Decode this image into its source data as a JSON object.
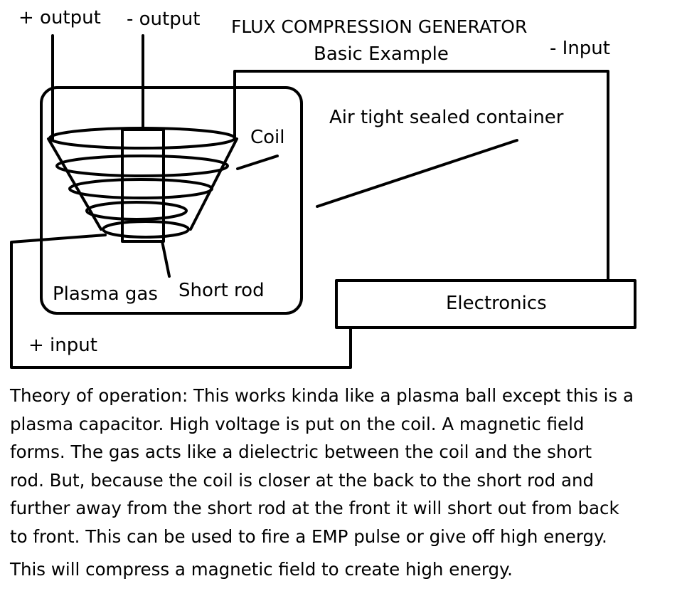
{
  "title": "FLUX COMPRESSION GENERATOR",
  "subtitle": "Basic Example",
  "labels": {
    "plus_output": "+ output",
    "minus_output": "- output",
    "minus_input": "- Input",
    "plus_input": "+ input",
    "container": "Air tight sealed container",
    "coil": "Coil",
    "plasma_gas": "Plasma gas",
    "short_rod": "Short rod",
    "electronics": "Electronics"
  },
  "theory_lines": [
    "Theory of operation: This works kinda like a plasma ball except this is a",
    "plasma capacitor. High voltage is put on the coil. A magnetic field",
    "forms. The gas acts like a dielectric between the coil and the short",
    "rod. But, because the coil is closer at the back to the short rod and",
    "further away from the short rod at the front it will short out from back",
    "to front. This can be used to fire a EMP pulse or give off high energy."
  ],
  "summary": "This will compress a magnetic field to create high energy."
}
